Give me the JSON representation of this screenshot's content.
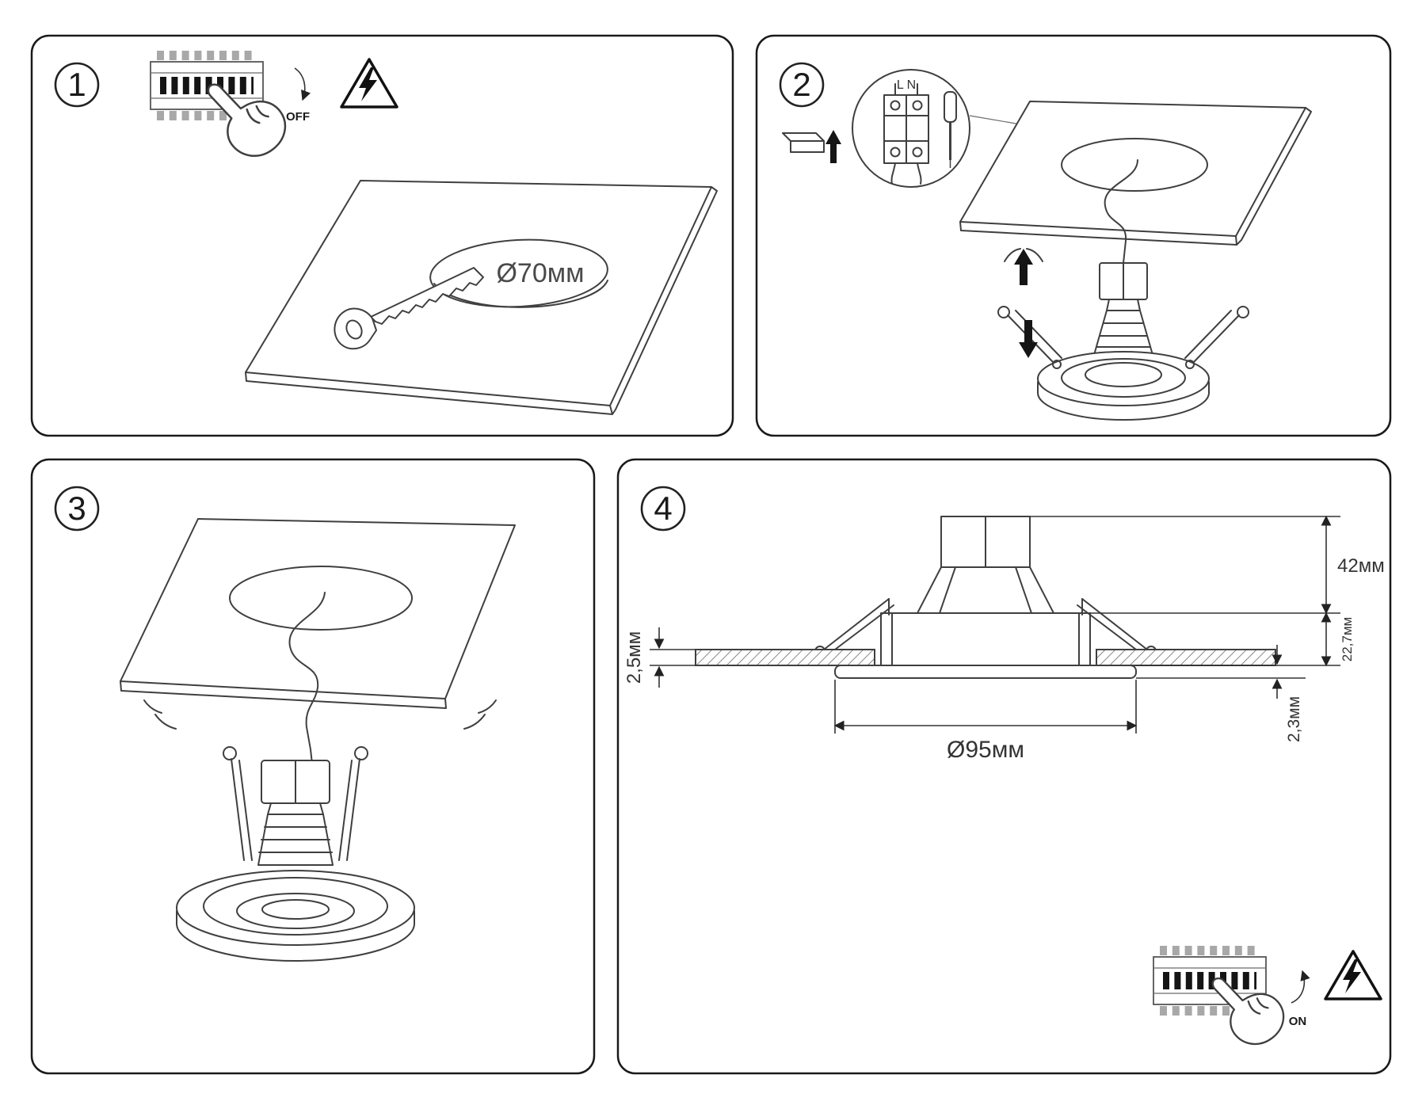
{
  "steps": [
    {
      "number": "1",
      "switch_label": "OFF",
      "hole_diameter": "Ø70мм"
    },
    {
      "number": "2",
      "terminal_label": "L N"
    },
    {
      "number": "3"
    },
    {
      "number": "4",
      "dim_height_above": "42мм",
      "dim_ceiling_thickness": "2,5мм",
      "dim_recess_depth": "22,7мм",
      "dim_trim_thickness": "2,3мм",
      "dim_trim_diameter": "Ø95мм",
      "switch_label": "ON"
    }
  ]
}
